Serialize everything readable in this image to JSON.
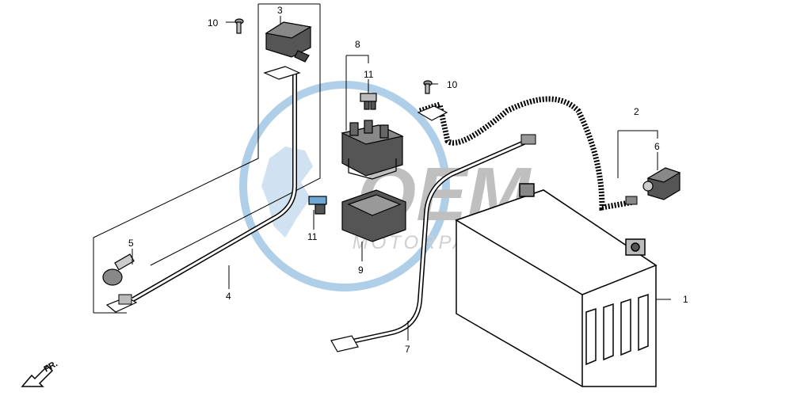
{
  "watermark": {
    "logo_text": "OEM",
    "sub_text": "MOTORPARTS",
    "color": "#6fa8d6",
    "text_color": "#a9a9a9"
  },
  "callouts": {
    "battery": "1",
    "battery_cover_assy": "2",
    "terminal_cover": "3",
    "negative_cable": "4",
    "cap_bolt": "5",
    "battery_band_holder": "6",
    "positive_cable": "7",
    "starter_relay_assy": "8",
    "relay_holder": "9",
    "bolt_left": "10",
    "bolt_right": "10",
    "fuse_upper": "11",
    "fuse_lower": "11"
  },
  "direction_label": "FR."
}
